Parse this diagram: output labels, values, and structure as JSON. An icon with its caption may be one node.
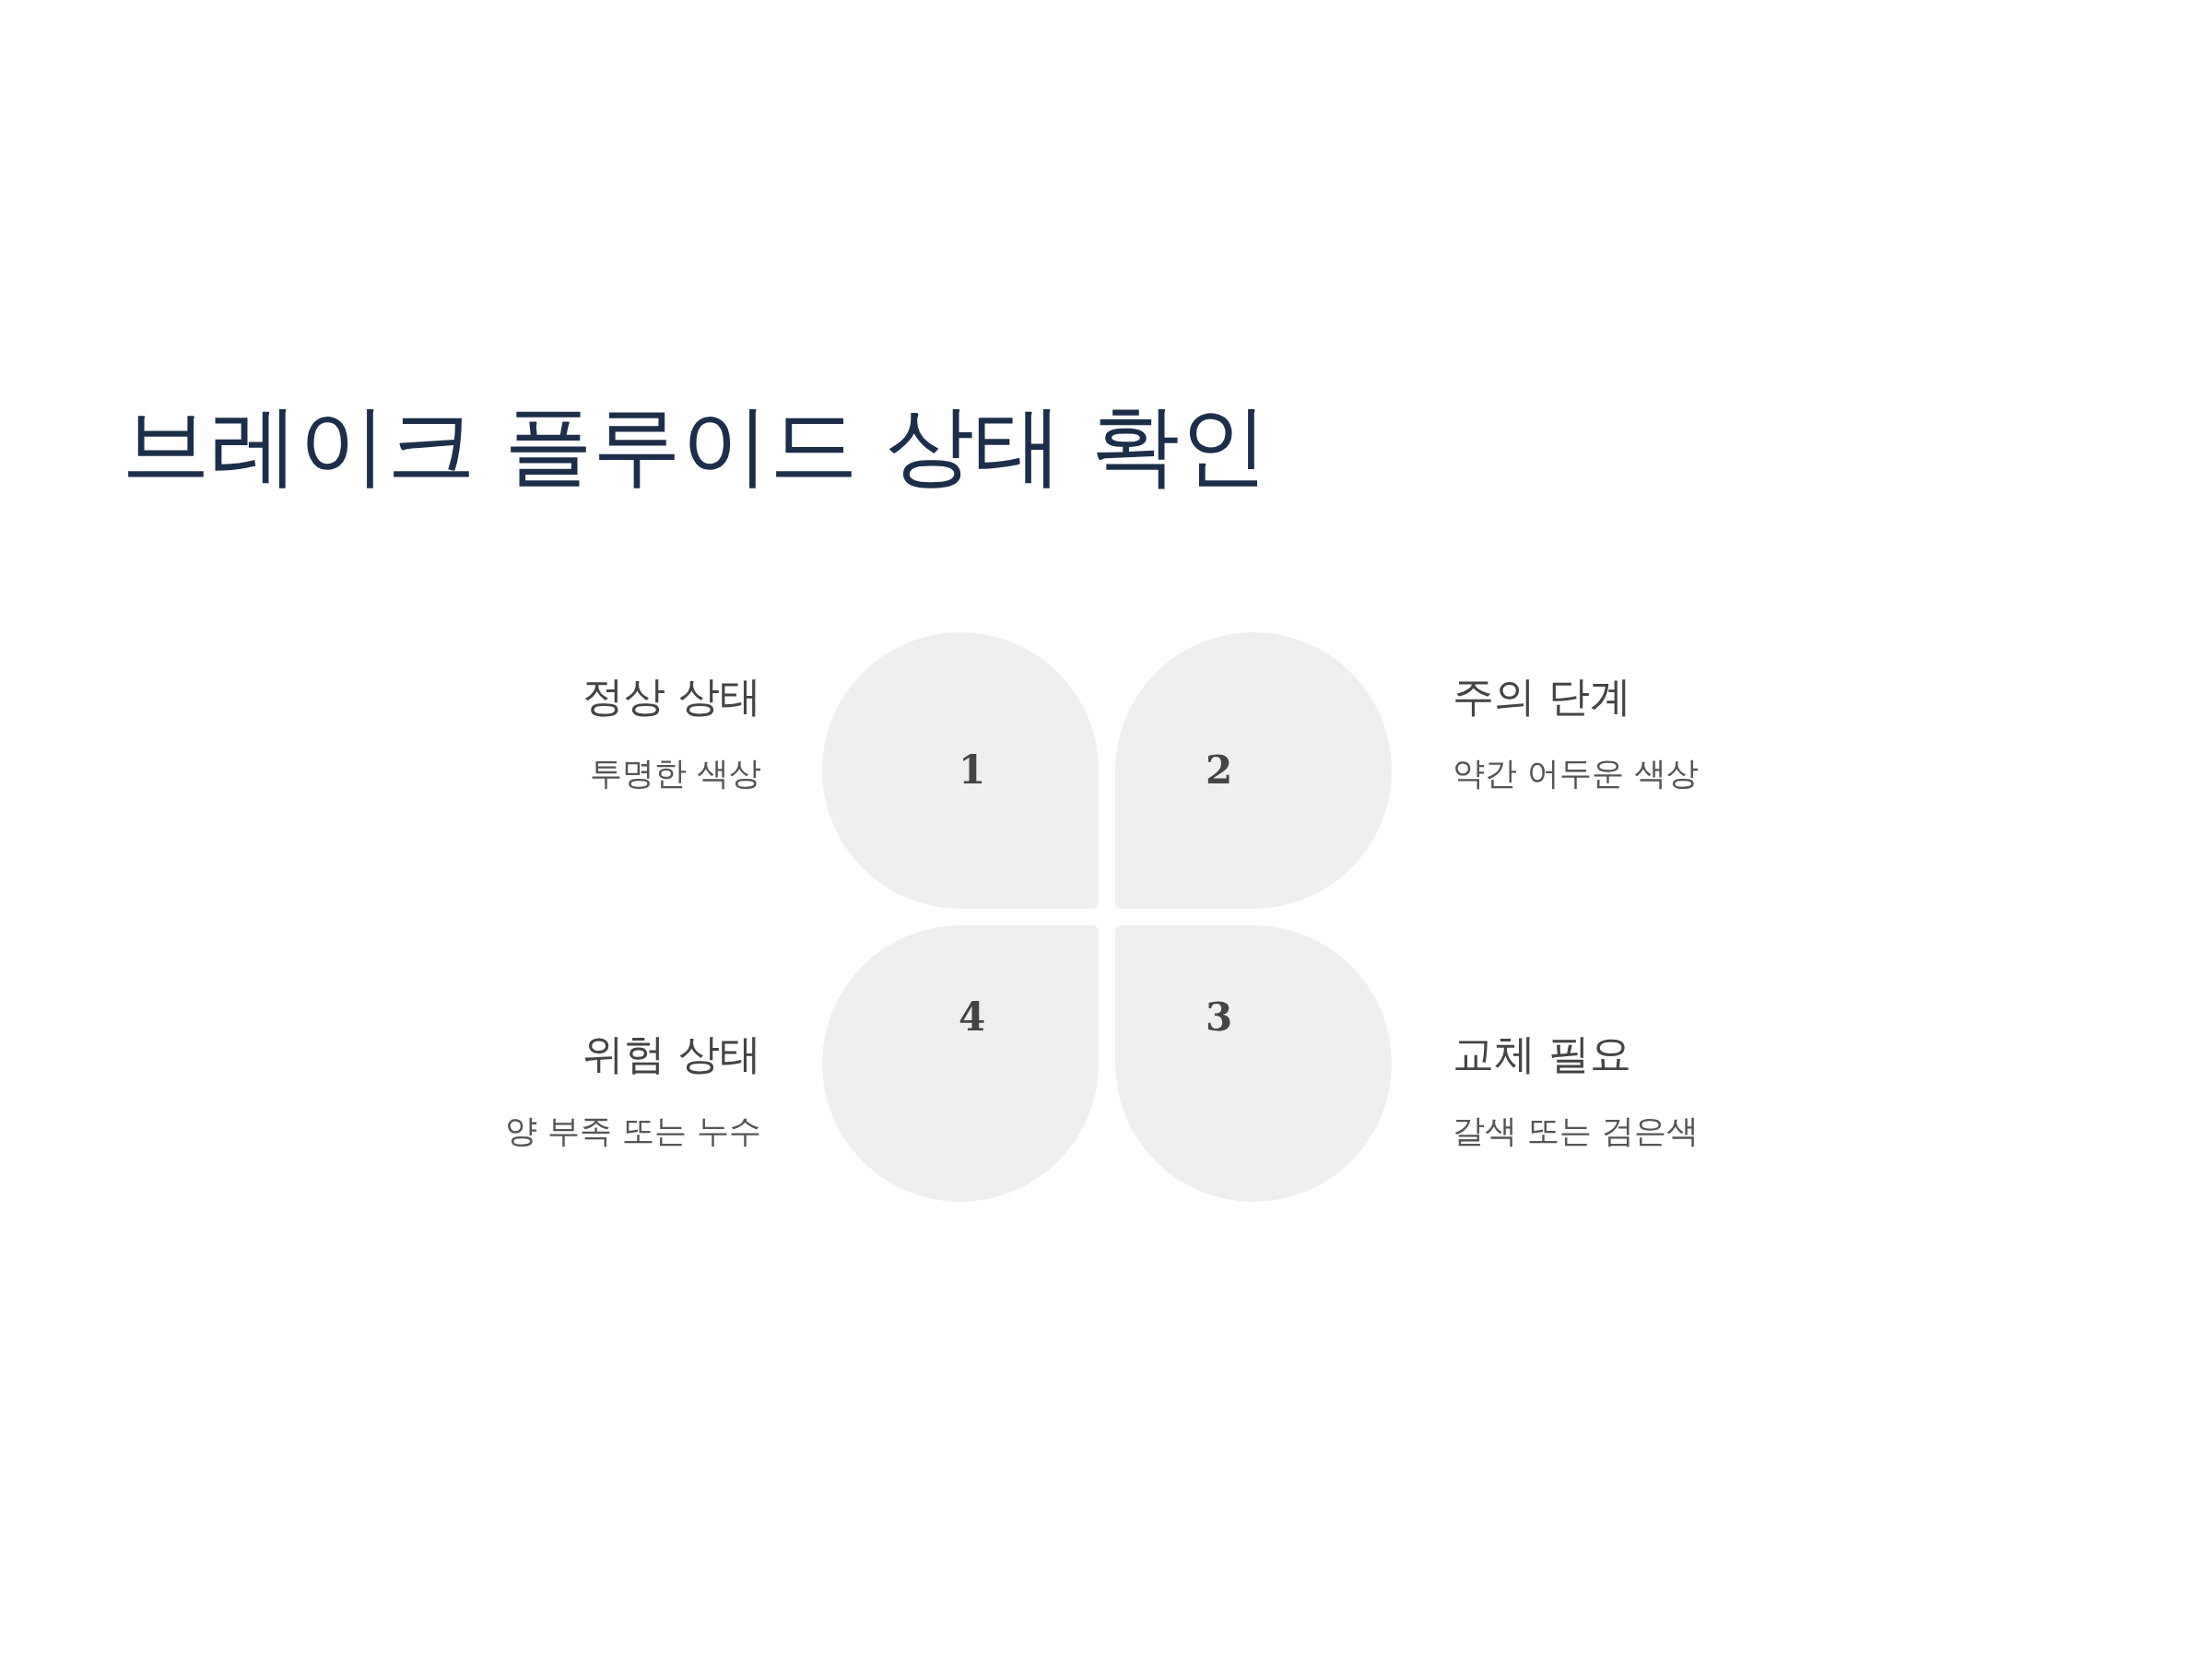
{
  "diagram": {
    "title": "브레이크 플루이드 상태 확인",
    "nodes": [
      {
        "text": [
          "1"
        ],
        "beside": [
          "정상 상태",
          "투명한 색상"
        ]
      },
      {
        "text": [
          "2"
        ],
        "beside": [
          "주의 단계",
          "약간 어두운 색상"
        ]
      },
      {
        "text": [
          "3"
        ],
        "beside": [
          "교체 필요",
          "갈색 또는 검은색"
        ]
      },
      {
        "text": [
          "4"
        ],
        "beside": [
          "위험 상태",
          "양 부족 또는 누수"
        ]
      }
    ],
    "edges": []
  }
}
